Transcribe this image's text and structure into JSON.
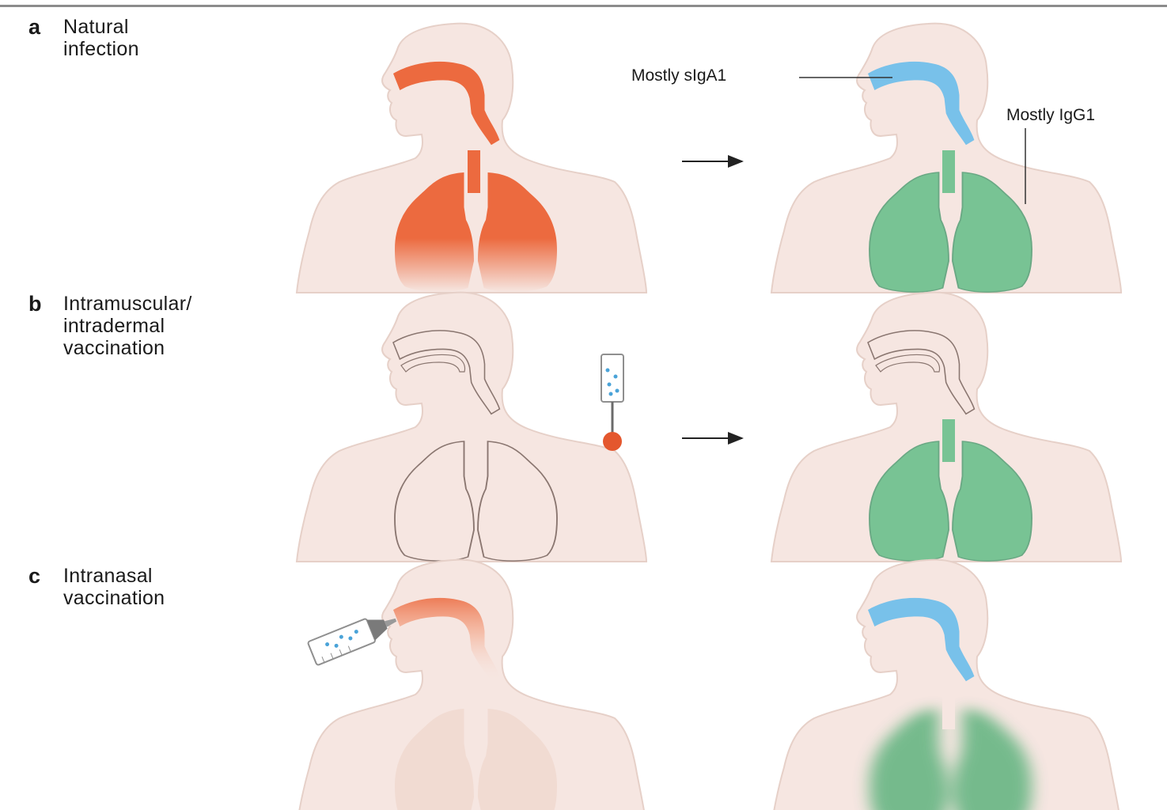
{
  "panels": [
    {
      "letter": "a",
      "title": "Natural\ninfection"
    },
    {
      "letter": "b",
      "title": "Intramuscular/\nintradermal\nvaccination"
    },
    {
      "letter": "c",
      "title": "Intranasal\nvaccination"
    }
  ],
  "callouts": {
    "upper": "Mostly sIgA1",
    "lower": "Mostly IgG1"
  },
  "colors": {
    "skin": "#f6e6e1",
    "outline": "#ddc3bb",
    "infection": "#ec6a3f",
    "siga": "#78c1ea",
    "igg": "#78c394",
    "line": "#8a7670",
    "injection_site": "#e4572e"
  }
}
